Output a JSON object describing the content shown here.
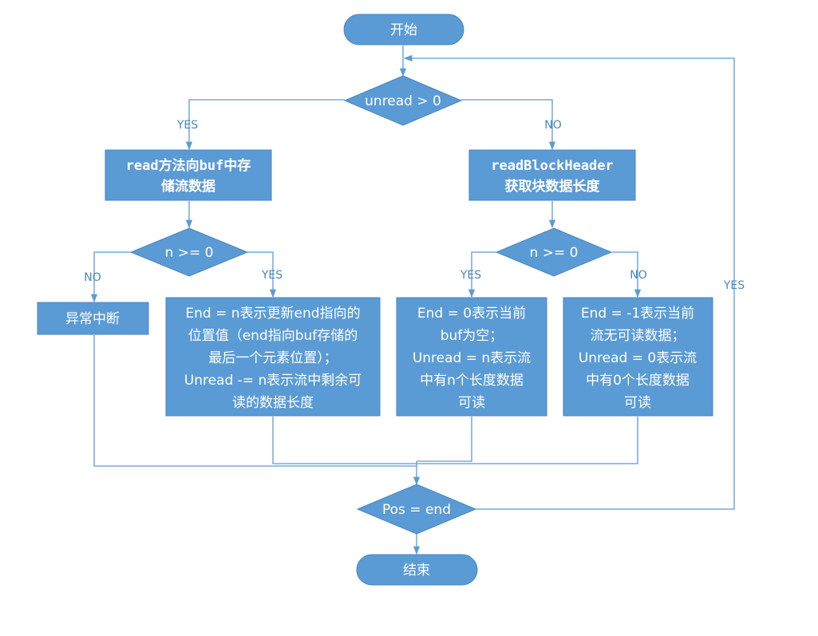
{
  "nodes": {
    "start": "开始",
    "unread_cond": "unread > 0",
    "read_box": [
      "read方法向buf中存",
      "储流数据"
    ],
    "header_box": [
      "readBlockHeader",
      "获取块数据长度"
    ],
    "left_cond": "n >= 0",
    "right_cond": "n >= 0",
    "abort_box": "异常中断",
    "n_box": [
      "End = n表示更新end指向的",
      "位置值（end指向buf存储的",
      "最后一个元素位置）；",
      "Unread -= n表示流中剩余可",
      "读的数据长度"
    ],
    "zero_box": [
      "End = 0表示当前",
      "buf为空；",
      "Unread = n表示流",
      "中有n个长度数据",
      "可读"
    ],
    "neg_box": [
      "End = -1表示当前",
      "流无可读数据；",
      "Unread = 0表示流",
      "中有0个长度数据",
      "可读"
    ],
    "pos_cond": "Pos = end",
    "end": "结束"
  },
  "edge_labels": {
    "unread_yes": "YES",
    "unread_no": "NO",
    "left_no": "NO",
    "left_yes": "YES",
    "right_yes": "YES",
    "right_no": "NO",
    "loop_yes": "YES"
  },
  "colors": {
    "fill": "#5b9bd5",
    "line": "#5b9bd5",
    "text": "#ffffff"
  }
}
